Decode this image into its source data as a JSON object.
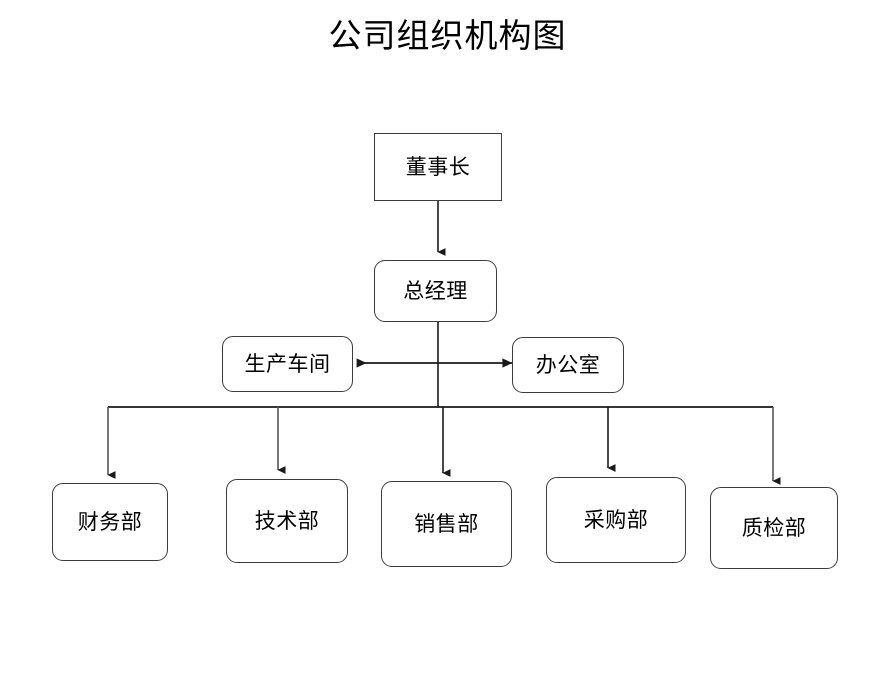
{
  "title": "公司组织机构图",
  "colors": {
    "background": "#ffffff",
    "box_border": "#3c3c3c",
    "connector": "#1a1a1a",
    "text": "#000000"
  },
  "chart_data": {
    "type": "diagram",
    "diagram_kind": "organizational-chart",
    "title": "公司组织机构图",
    "orientation": "top-down",
    "levels": [
      {
        "level": 1,
        "nodes": [
          "董事长"
        ]
      },
      {
        "level": 2,
        "nodes": [
          "总经理"
        ]
      },
      {
        "level": 3,
        "nodes": [
          "生产车间",
          "办公室"
        ]
      },
      {
        "level": 4,
        "nodes": [
          "财务部",
          "技术部",
          "销售部",
          "采购部",
          "质检部"
        ]
      }
    ],
    "edges": [
      {
        "from": "董事长",
        "to": "总经理",
        "style": "arrow-down"
      },
      {
        "from": "总经理",
        "to": "bus",
        "style": "line-down"
      },
      {
        "from": "生产车间",
        "to": "办公室",
        "style": "double-arrow-horizontal"
      },
      {
        "from": "bus",
        "to": "财务部",
        "style": "arrow-down"
      },
      {
        "from": "bus",
        "to": "技术部",
        "style": "arrow-down"
      },
      {
        "from": "bus",
        "to": "销售部",
        "style": "arrow-down"
      },
      {
        "from": "bus",
        "to": "采购部",
        "style": "arrow-down"
      },
      {
        "from": "bus",
        "to": "质检部",
        "style": "arrow-down"
      }
    ]
  },
  "nodes": {
    "chairman": {
      "label": "董事长",
      "shape": "sharp"
    },
    "gm": {
      "label": "总经理",
      "shape": "round"
    },
    "workshop": {
      "label": "生产车间",
      "shape": "round"
    },
    "office": {
      "label": "办公室",
      "shape": "round"
    },
    "finance": {
      "label": "财务部",
      "shape": "round"
    },
    "technology": {
      "label": "技术部",
      "shape": "round"
    },
    "sales": {
      "label": "销售部",
      "shape": "round"
    },
    "purchasing": {
      "label": "采购部",
      "shape": "round"
    },
    "quality": {
      "label": "质检部",
      "shape": "round"
    }
  }
}
